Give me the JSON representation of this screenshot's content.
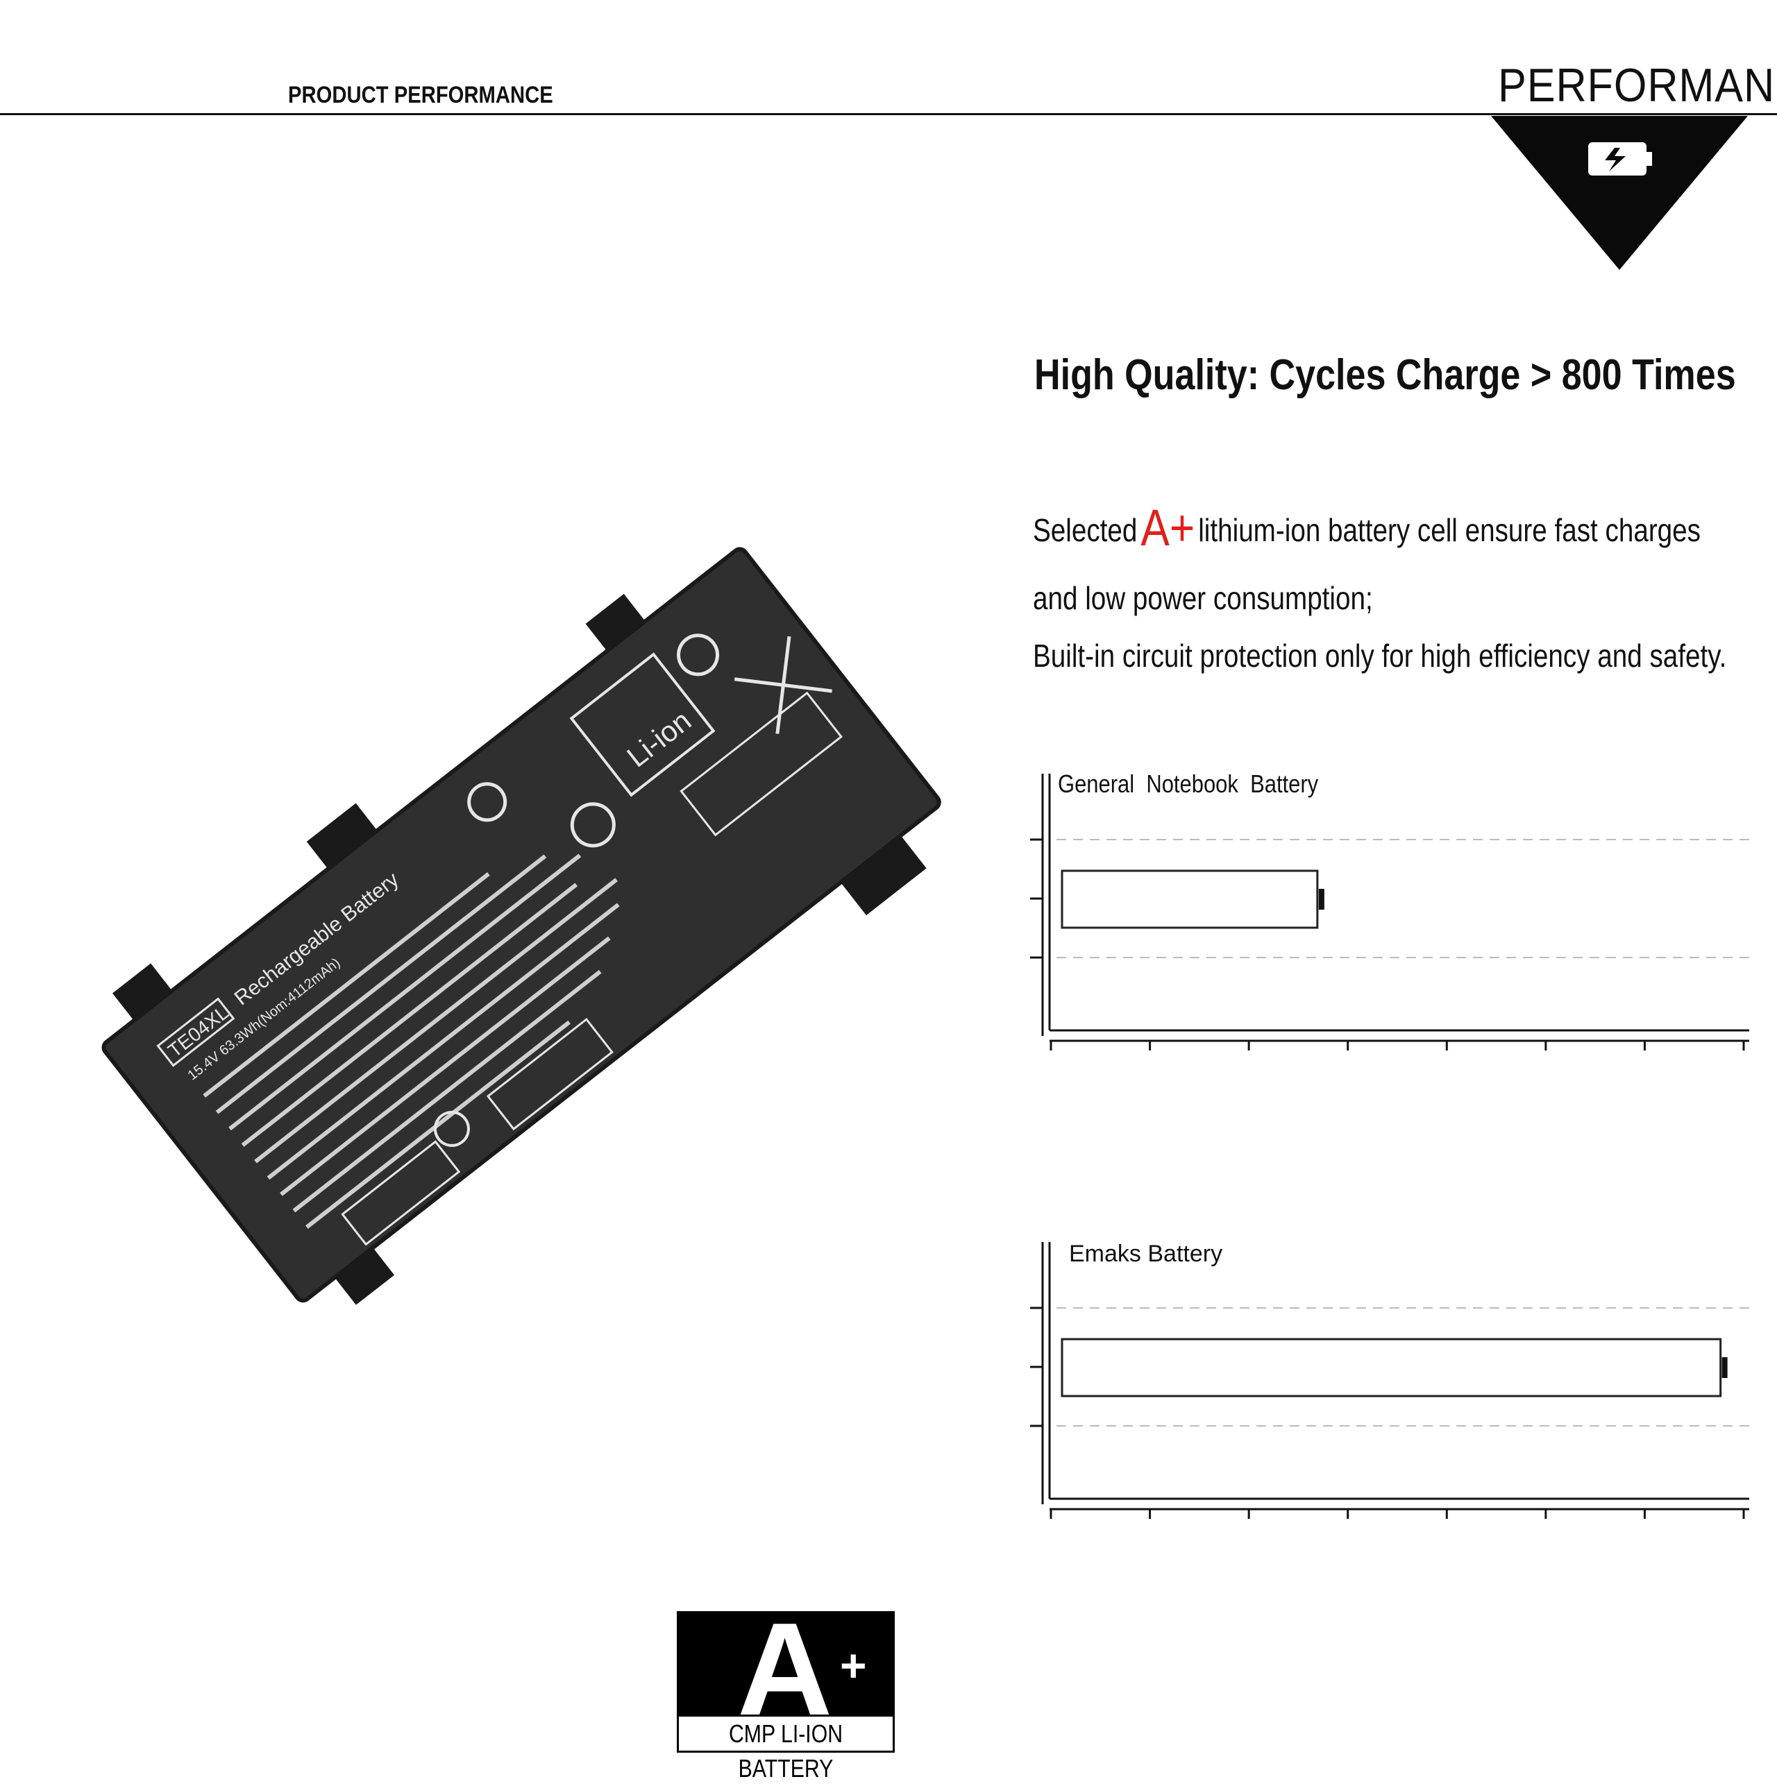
{
  "header": {
    "section_label": "PRODUCT PERFORMANCE",
    "badge_title": "PERFORMANCE",
    "badge_icon": "battery-charging-icon"
  },
  "headline": "High Quality: Cycles Charge > 800 Times",
  "description": {
    "line1_before": "Selected",
    "highlight": "A+",
    "line1_after": "lithium-ion battery cell ensure fast charges",
    "line2": "and low power consumption;",
    "line3": "Built-in circuit protection only for high efficiency and safety."
  },
  "colors": {
    "accent_red": "#e0201b",
    "bar_red": "#f01616",
    "text": "#111111"
  },
  "battery_label": {
    "model": "TE04XL",
    "title": "Rechargeable Battery",
    "spec": "15.4V 63.3Wh(Nom:4112mAh)",
    "li_ion": "Li-ion"
  },
  "chart_data": [
    {
      "type": "bar",
      "orientation": "horizontal",
      "series": [
        {
          "name": "General Notebook Battery",
          "values": [
            19
          ]
        }
      ],
      "x_ticks": 8,
      "xlim": [
        0,
        50
      ],
      "grid": "dashed-horizontal",
      "legend": "top-left"
    },
    {
      "type": "bar",
      "orientation": "horizontal",
      "series": [
        {
          "name": "Emaks Battery",
          "values": [
            49
          ]
        }
      ],
      "x_ticks": 8,
      "xlim": [
        0,
        50
      ],
      "grid": "dashed-horizontal",
      "legend": "top-left"
    }
  ],
  "logo": {
    "grade": "A",
    "plus": "+",
    "caption": "CMP LI-ION BATTERY"
  }
}
